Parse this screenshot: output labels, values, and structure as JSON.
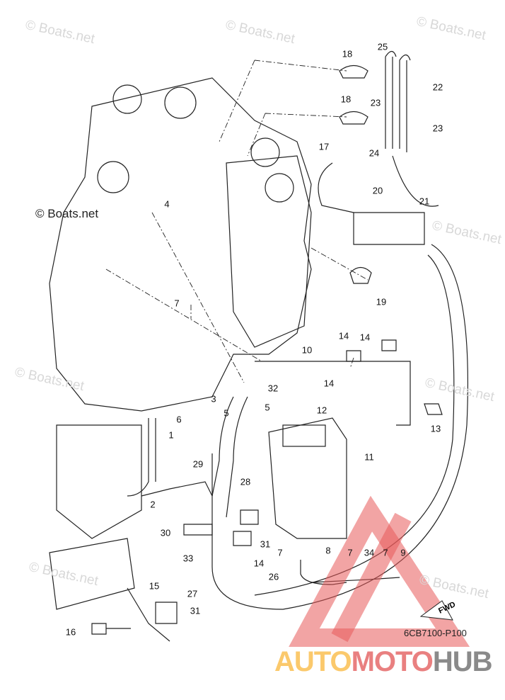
{
  "watermark": "© Boats.net",
  "diagram_code": "6CB7100-P100",
  "fwd_label": "FWD",
  "logo": {
    "part1": "AUTO",
    "part2": "MOTO",
    "part3": "HUB"
  },
  "colors": {
    "logo_auto": "#fbc96c",
    "logo_moto": "#e98080",
    "logo_hub": "#8a8a8a",
    "triangle": "#e85a5a"
  },
  "callouts": [
    "25",
    "18",
    "22",
    "18",
    "23",
    "23",
    "17",
    "24",
    "20",
    "21",
    "4",
    "19",
    "7",
    "14",
    "14",
    "10",
    "32",
    "14",
    "3",
    "5",
    "5",
    "6",
    "12",
    "13",
    "1",
    "11",
    "29",
    "28",
    "2",
    "30",
    "31",
    "33",
    "7",
    "8",
    "7",
    "34",
    "7",
    "9",
    "14",
    "15",
    "26",
    "27",
    "31",
    "16"
  ]
}
